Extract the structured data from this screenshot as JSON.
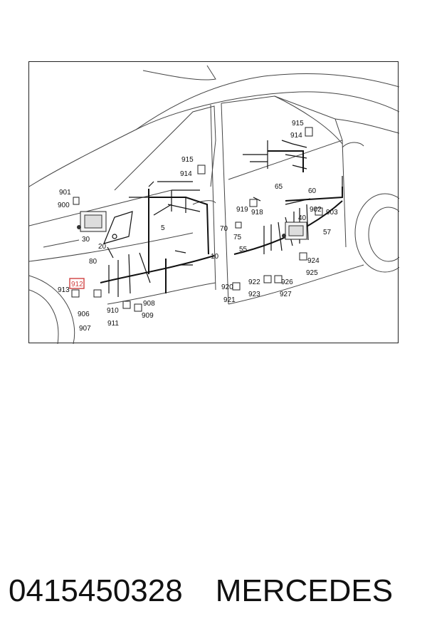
{
  "diagram": {
    "labels": {
      "l901": "901",
      "l900": "900",
      "l30": "30",
      "l20": "20",
      "l80": "80",
      "l913": "913",
      "l912": "912",
      "l906": "906",
      "l907": "907",
      "l910": "910",
      "l911": "911",
      "l908": "908",
      "l909": "909",
      "l915a": "915",
      "l914a": "914",
      "l5": "5",
      "l10": "10",
      "l915b": "915",
      "l914b": "914",
      "l65": "65",
      "l60": "60",
      "l919": "919",
      "l918": "918",
      "l70": "70",
      "l75": "75",
      "l40": "40",
      "l902": "902",
      "l903": "903",
      "l57": "57",
      "l55": "55",
      "l924": "924",
      "l925": "925",
      "l920": "920",
      "l921": "921",
      "l922": "922",
      "l923": "923",
      "l926": "926",
      "l927": "927"
    },
    "highlighted": "912"
  },
  "footer": {
    "part_number": "0415450328",
    "brand": "MERCEDES"
  }
}
